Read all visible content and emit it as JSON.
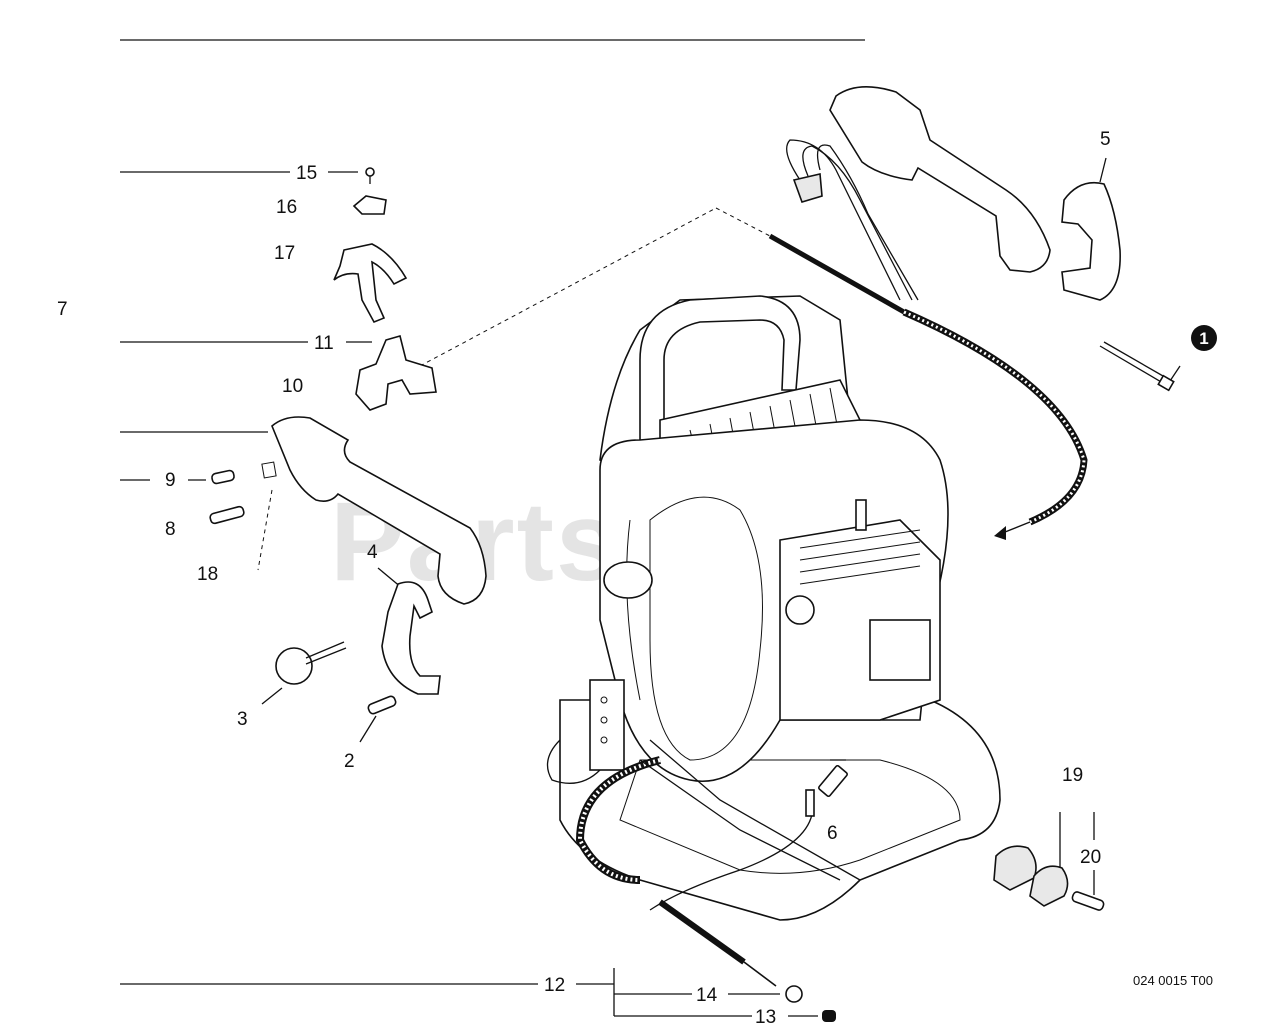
{
  "watermark": "PartsTree",
  "part_code": "024 0015 T00",
  "badge": "1",
  "callouts": {
    "c2": "2",
    "c3": "3",
    "c4": "4",
    "c5": "5",
    "c6": "6",
    "c7": "7",
    "c8": "8",
    "c9": "9",
    "c10": "10",
    "c11": "11",
    "c12": "12",
    "c13": "13",
    "c14": "14",
    "c15": "15",
    "c16": "16",
    "c17": "17",
    "c18": "18",
    "c19": "19",
    "c20": "20"
  }
}
